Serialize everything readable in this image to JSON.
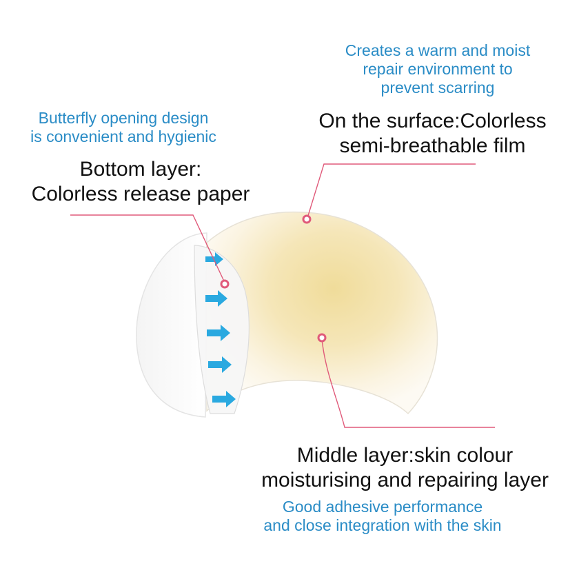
{
  "annotations": {
    "warm_environment": "Creates a warm and moist\nrepair environment to\nprevent scarring",
    "surface_film": "On the surface:Colorless\nsemi-breathable film",
    "butterfly_opening": "Butterfly opening design\nis convenient and hygienic",
    "bottom_layer": "Bottom layer:\nColorless release paper",
    "middle_layer": "Middle layer:skin colour\nmoisturising and repairing layer",
    "adhesive": "Good adhesive performance\nand close integration with the skin"
  },
  "colors": {
    "caption_blue": "#2a8cc6",
    "leader_line": "#e05a7a",
    "gel_center": "#f0dc9a",
    "arrow_blue": "#2aa9e0"
  },
  "icons": [
    "arrow-right-icon"
  ]
}
